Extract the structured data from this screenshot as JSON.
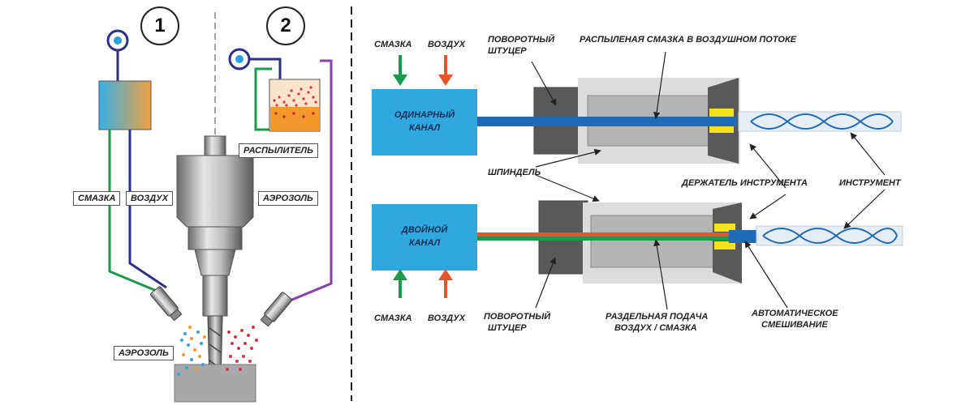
{
  "left_panel": {
    "method_1": "1",
    "method_2": "2",
    "label_lubricant": "СМАЗКА",
    "label_air": "ВОЗДУХ",
    "label_aerosol_right": "АЭРОЗОЛЬ",
    "label_sprayer": "РАСПЫЛИТЕЛЬ",
    "label_aerosol_bottom": "АЭРОЗОЛЬ"
  },
  "right_panel": {
    "top_lubricant": "СМАЗКА",
    "top_air": "ВОЗДУХ",
    "top_swivel_1": "ПОВОРОТНЫЙ",
    "top_swivel_2": "ШТУЦЕР",
    "sprayed_lubricant": "РАСПЫЛЕНАЯ СМАЗКА В ВОЗДУШНОМ ПОТОКЕ",
    "single_channel_1": "ОДИНАРНЫЙ",
    "single_channel_2": "КАНАЛ",
    "spindle": "ШПИНДЕЛЬ",
    "tool_holder": "ДЕРЖАТЕЛЬ ИНСТРУМЕНТА",
    "tool": "ИНСТРУМЕНТ",
    "double_channel_1": "ДВОЙНОЙ",
    "double_channel_2": "КАНАЛ",
    "bottom_lubricant": "СМАЗКА",
    "bottom_air": "ВОЗДУХ",
    "bottom_swivel_1": "ПОВОРОТНЫЙ",
    "bottom_swivel_2": "ШТУЦЕР",
    "separate_feed_1": "РАЗДЕЛЬНАЯ ПОДАЧА",
    "separate_feed_2": "ВОЗДУХ / СМАЗКА",
    "auto_mixing_1": "АВТОМАТИЧЕСКОЕ",
    "auto_mixing_2": "СМЕШИВАНИЕ"
  },
  "colors": {
    "lubricant": "#1a9a4a",
    "air": "#e8542a",
    "channel_box": "#2fa8e0",
    "aerosol_line": "#8a3fa8",
    "supply_line": "#2a2f8a"
  }
}
